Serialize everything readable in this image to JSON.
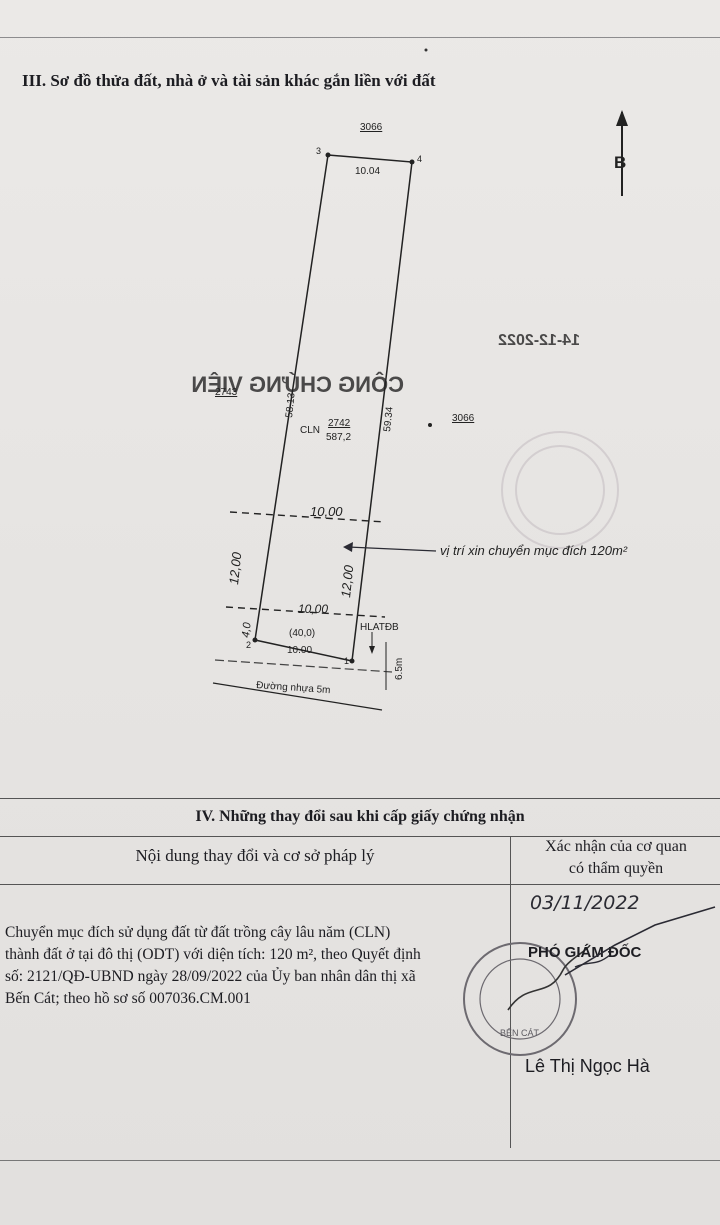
{
  "section3": {
    "title": "III. Sơ đồ thửa đất, nhà ở và tài sản khác gắn liền với đất"
  },
  "plan": {
    "north_label": "B",
    "parcel_top": "3066",
    "parcel_left": "2743",
    "parcel_right": "3066",
    "corner_1": "1",
    "corner_2": "2",
    "corner_3": "3",
    "corner_4": "4",
    "top_width": "10.04",
    "left_side": "58.13",
    "right_side": "59.34",
    "land_code": "CLN",
    "parcel_no": "2742",
    "parcel_area": "587,2",
    "mid_width": "10,00",
    "left_segment": "12,00",
    "right_segment": "12,00",
    "corridor_label": "HLATĐB",
    "corridor_width_top": "10,00",
    "corridor_area": "(40,0)",
    "corridor_depth": "4,0",
    "bottom_width": "10.00",
    "road_offset": "6.5m",
    "road_label": "Đường nhựa 5m",
    "handwritten_note": "vị trí xin chuyển mục đích 120m²",
    "ghost_stamp_line1": "CÔNG CHỨNG VIÊN",
    "ghost_stamp_date": "14-12-2022"
  },
  "section4": {
    "title": "IV. Những thay đổi sau khi cấp giấy chứng nhận",
    "col_left": "Nội dung thay đổi và cơ sở pháp lý",
    "col_right_line1": "Xác nhận của cơ quan",
    "col_right_line2": "có thẩm quyền",
    "content_line1": "Chuyển mục đích sử dụng đất từ đất trồng cây lâu năm (CLN)",
    "content_line2": "thành đất ở tại đô thị (ODT) với diện tích: 120 m², theo Quyết định",
    "content_line3": "số: 2121/QĐ-UBND ngày 28/09/2022 của Ủy ban nhân dân thị xã",
    "content_line4": "Bến Cát; theo hồ sơ số 007036.CM.001",
    "sign_date": "03/11/2022",
    "sign_title": "PHÓ GIÁM ĐỐC",
    "sign_name": "Lê Thị Ngọc Hà",
    "seal_text": "BẾN CÁT"
  }
}
